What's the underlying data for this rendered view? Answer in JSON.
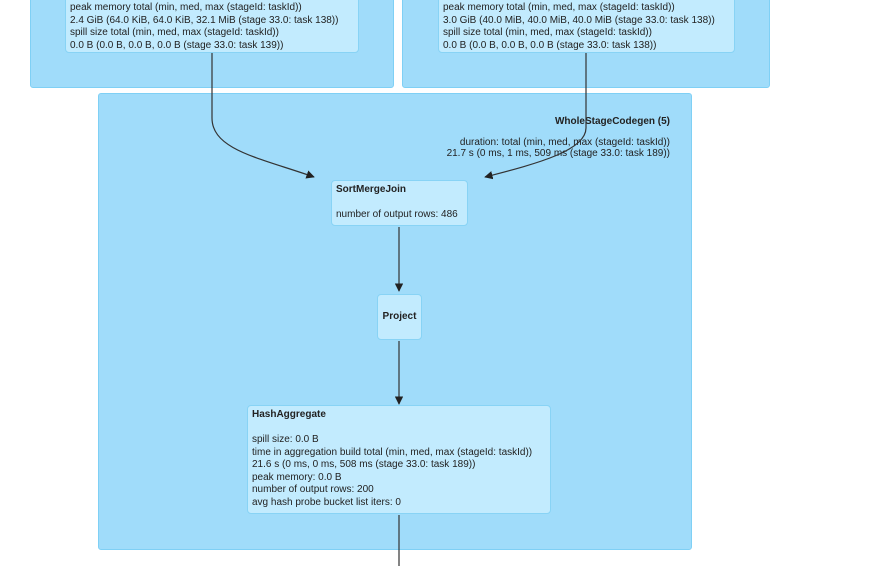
{
  "top_left_node": {
    "lines": [
      "peak memory total (min, med, max (stageId: taskId))",
      "2.4 GiB (64.0 KiB, 64.0 KiB, 32.1 MiB (stage 33.0: task 138))",
      "spill size total (min, med, max (stageId: taskId))",
      "0.0 B (0.0 B, 0.0 B, 0.0 B (stage 33.0: task 139))"
    ]
  },
  "top_right_node": {
    "lines": [
      "peak memory total (min, med, max (stageId: taskId))",
      "3.0 GiB (40.0 MiB, 40.0 MiB, 40.0 MiB (stage 33.0: task 138))",
      "spill size total (min, med, max (stageId: taskId))",
      "0.0 B (0.0 B, 0.0 B, 0.0 B (stage 33.0: task 138))"
    ]
  },
  "codegen_cluster": {
    "title": "WholeStageCodegen (5)",
    "duration_label": "duration: total (min, med, max (stageId: taskId))",
    "duration_value": "21.7 s (0 ms, 1 ms, 509 ms (stage 33.0: task 189))"
  },
  "sort_merge_join": {
    "title": "SortMergeJoin",
    "lines": [
      "number of output rows: 486"
    ]
  },
  "project": {
    "title": "Project"
  },
  "hash_aggregate": {
    "title": "HashAggregate",
    "lines": [
      "spill size: 0.0 B",
      "time in aggregation build total (min, med, max (stageId: taskId))",
      "21.6 s (0 ms, 0 ms, 508 ms (stage 33.0: task 189))",
      "peak memory: 0.0 B",
      "number of output rows: 200",
      "avg hash probe bucket list iters: 0"
    ]
  }
}
